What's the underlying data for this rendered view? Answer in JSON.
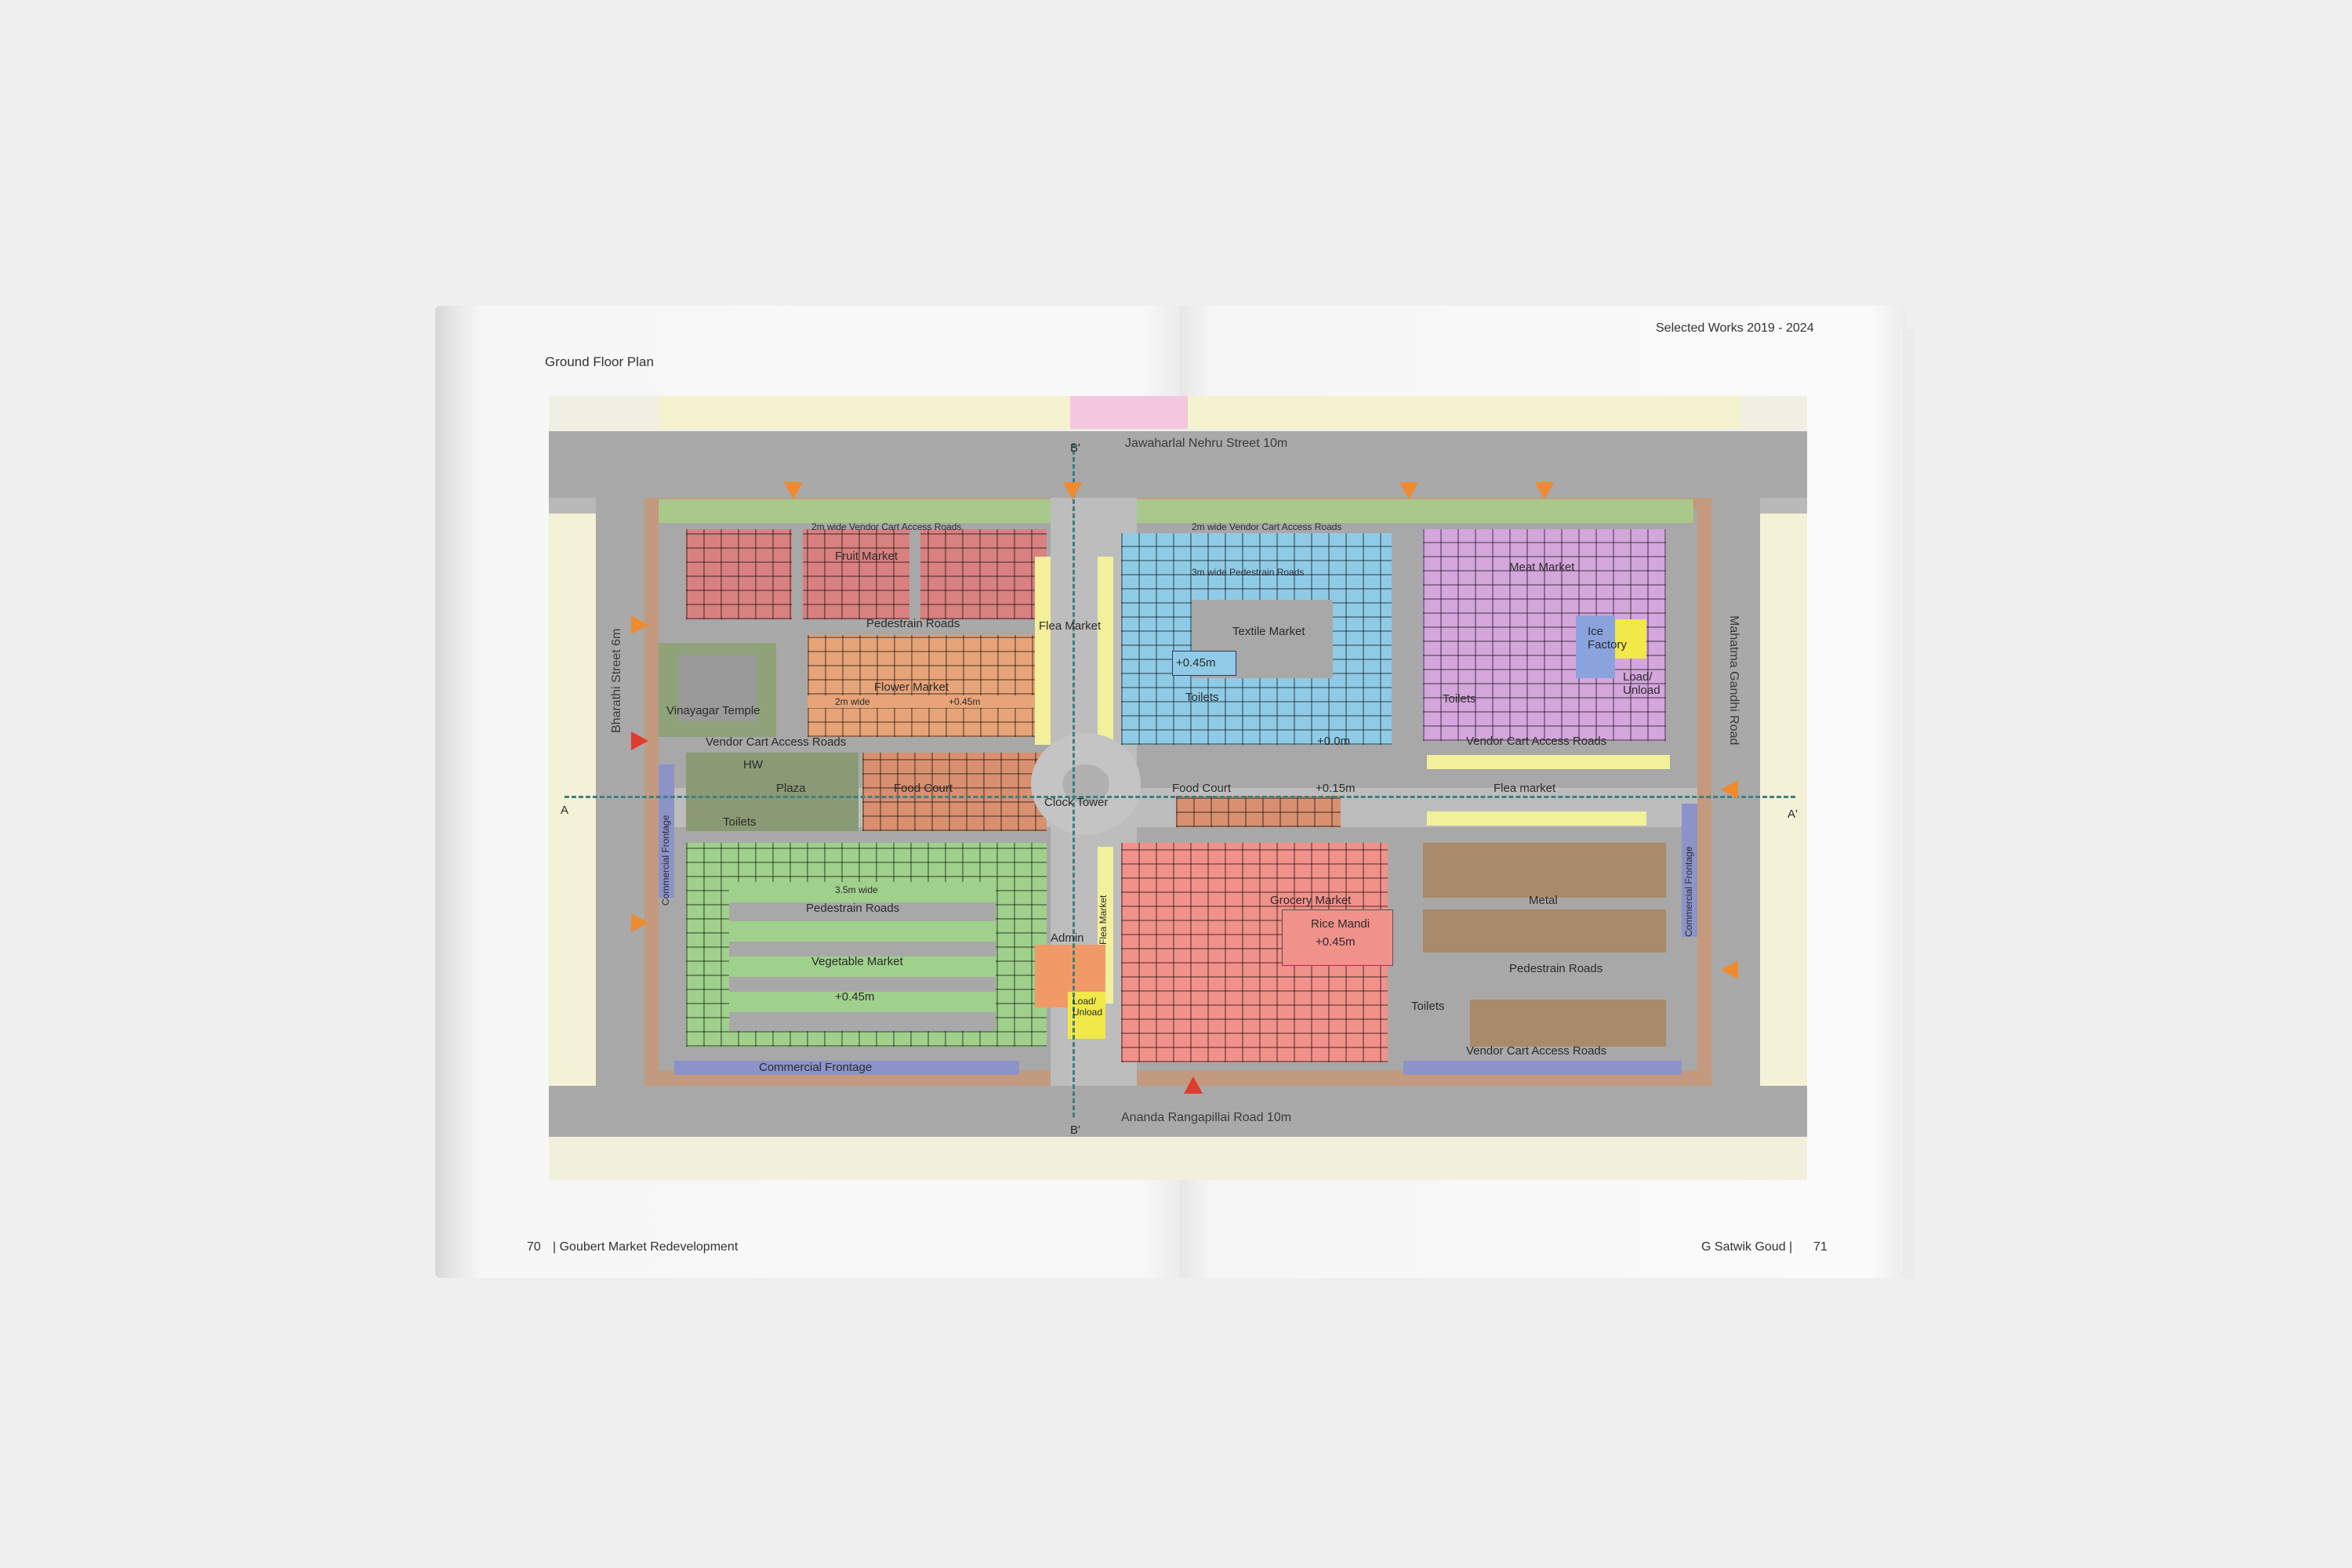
{
  "header": {
    "left_title": "Ground Floor Plan",
    "right_title": "Selected Works 2019 - 2024"
  },
  "footer": {
    "left_page": "70",
    "left_text": "| Goubert Market Redevelopment",
    "right_text": "G Satwik Goud |",
    "right_page": "71"
  },
  "plan": {
    "roads": {
      "north": "Jawaharlal Nehru Street 10m",
      "south": "Ananda Rangapillai Road 10m",
      "west": "Bharathi Street 6m",
      "east": "Mahatma Gandhi Road"
    },
    "section_marks": {
      "a": "A",
      "a_prime": "A'",
      "b_top": "B'",
      "b_bottom": "B'"
    },
    "labels": {
      "vendor_cart_nw": "2m wide Vendor Cart Access Roads",
      "vendor_cart_ne": "2m wide Vendor Cart Access Roads",
      "ped_3m": "3m wide Pedestrain Roads",
      "fruit_market": "Fruit Market",
      "pedestrian_roads_w": "Pedestrain Roads",
      "flower_market": "Flower Market",
      "two_m_wide": "2m wide",
      "level_045_flower": "+0.45m",
      "flea_market_n": "Flea Market",
      "textile_market": "Textile Market",
      "level_045_textile": "+0.45m",
      "toilets_textile": "Toilets",
      "level_00": "+0.0m",
      "meat_market": "Meat Market",
      "ice_factory": "Ice Factory",
      "load_unload_ne": "Load/ Unload",
      "toilets_ne": "Toilets",
      "vendor_cart_e": "Vendor Cart Access Roads",
      "vinayagar_temple": "Vinayagar Temple",
      "vendor_cart_w": "Vendor Cart Access Roads",
      "hw": "HW",
      "plaza": "Plaza",
      "toilets_w": "Toilets",
      "food_court_w": "Food Court",
      "clock_tower": "Clock Tower",
      "food_court_e": "Food Court",
      "level_015": "+0.15m",
      "flea_market_e": "Flea market",
      "commercial_frontage_w": "Commercial Frontage",
      "commercial_frontage_e": "Commercial Frontage",
      "three_5m_wide": "3.5m wide",
      "pedestrian_roads_sw": "Pedestrain Roads",
      "vegetable_market": "Vegetable Market",
      "level_045_veg": "+0.45m",
      "flea_market_s": "Flea Market",
      "admin": "Admin",
      "load_unload_s": "Load/ Unload",
      "grocery_market": "Grocery Market",
      "rice_mandi": "Rice Mandi",
      "level_045_rice": "+0.45m",
      "metal": "Metal",
      "pedestrian_roads_se": "Pedestrain Roads",
      "toilets_se": "Toilets",
      "vendor_cart_se": "Vendor Cart Access Roads",
      "commercial_frontage_s": "Commercial Frontage"
    },
    "colors": {
      "fruit": "#d98080",
      "flower": "#e7a478",
      "textile": "#8fcbe6",
      "meat": "#d4a6dc",
      "vegetable": "#9fd08c",
      "grocery": "#f0918a",
      "metal": "#a98a6a",
      "flea": "#f2f09a",
      "frontage": "#8b93c9",
      "road": "#a7a7a7",
      "buffer": "#c59a80",
      "building": "#f4f2cf"
    }
  }
}
